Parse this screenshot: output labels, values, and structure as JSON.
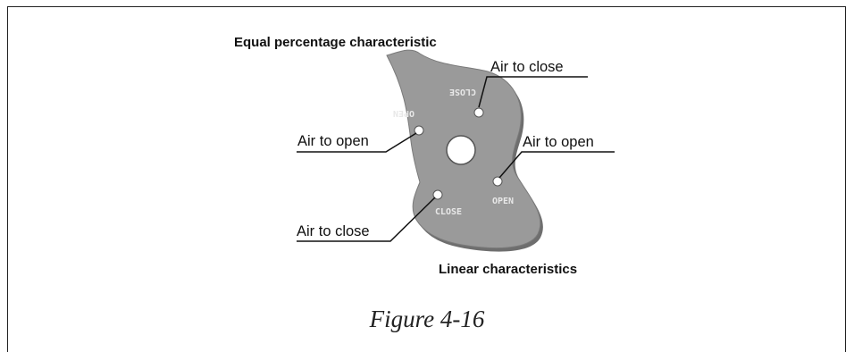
{
  "diagram": {
    "top_label": "Equal percentage characteristic",
    "bottom_label": "Linear characteristics",
    "callouts": [
      "Air to close",
      "Air to open",
      "Air to open",
      "Air to close"
    ],
    "cam_markings": [
      "CLOSE",
      "OPEN",
      "CLOSE",
      "OPEN"
    ]
  },
  "caption": "Figure 4-16"
}
